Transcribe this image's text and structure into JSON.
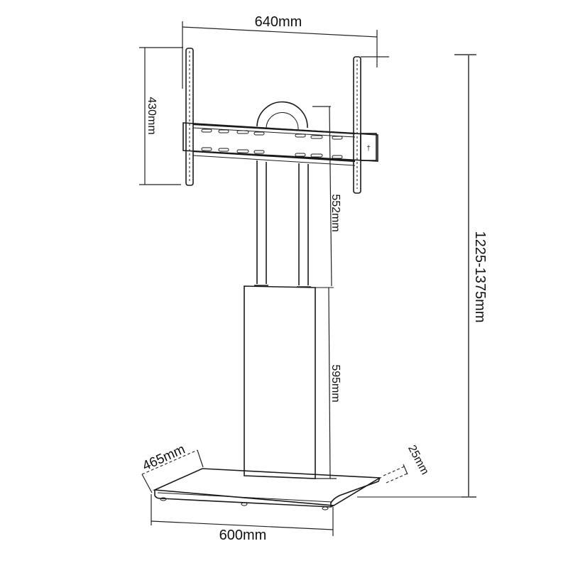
{
  "diagram": {
    "subject": "TV floor stand with VESA bracket, column and base",
    "dimensions": {
      "bracket_width": "640mm",
      "bracket_height": "430mm",
      "upper_pole": "552mm",
      "lower_column": "595mm",
      "total_height": "1225-1375mm",
      "base_depth": "465mm",
      "base_width": "600mm",
      "base_thickness": "25mm"
    },
    "colors": {
      "line": "#1a1a1a",
      "background": "#ffffff",
      "total_height_line": "#666666"
    }
  }
}
